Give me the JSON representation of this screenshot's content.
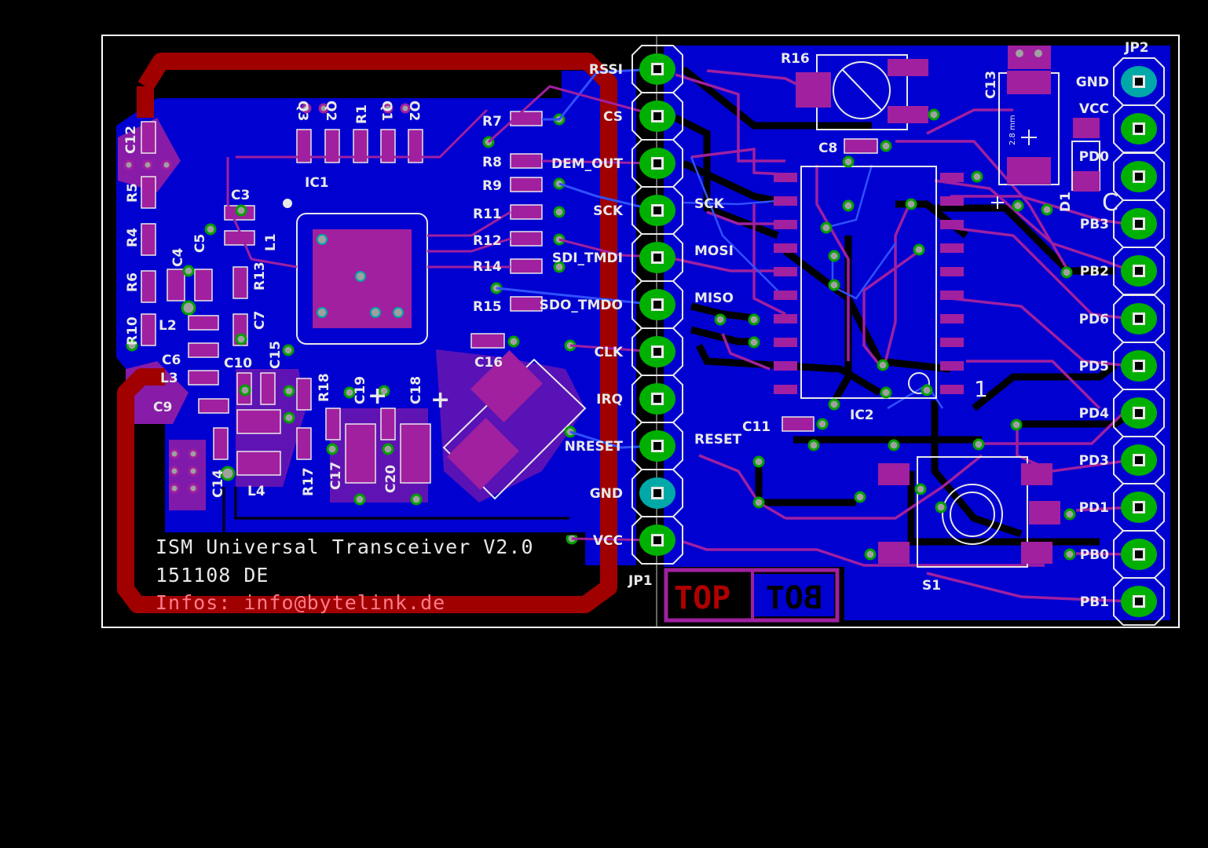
{
  "colors": {
    "background": "#000000",
    "bottom_copper": "#0000d0",
    "top_copper": "#b00000",
    "overlap": "#a020a0",
    "pad_green": "#00b000",
    "pad_cyan": "#00a8a8",
    "silkscreen": "#e8e8e8"
  },
  "jp1": {
    "name": "JP1",
    "left_labels": [
      "RSSI",
      "CS",
      "DEM_OUT",
      "SCK",
      "SDI_TMDI",
      "SDO_TMDO",
      "CLK",
      "IRQ",
      "NRESET",
      "GND",
      "VCC"
    ],
    "right_labels": [
      "SCK",
      "MOSI",
      "MISO",
      "RESET"
    ]
  },
  "jp2": {
    "name": "JP2",
    "labels": [
      "GND",
      "VCC",
      "PD0",
      "PB3",
      "PB2",
      "PD6",
      "PD5",
      "PD4",
      "PD3",
      "PD1",
      "PB0",
      "PB1"
    ]
  },
  "components": {
    "C12": "C12",
    "R5": "R5",
    "R4": "R4",
    "R6": "R6",
    "R10": "R10",
    "C4": "C4",
    "C5": "C5",
    "L2": "L2",
    "C6": "C6",
    "L3": "L3",
    "C9": "C9",
    "C3": "C3",
    "L1": "L1",
    "R13": "R13",
    "C7": "C7",
    "C10": "C10",
    "C15": "C15",
    "C14": "C14",
    "L4": "L4",
    "R17": "R17",
    "R18": "R18",
    "C17": "C17",
    "C19": "C19",
    "C20": "C20",
    "C18": "C18",
    "IC1": "IC1",
    "Q3": "Q3",
    "Q2": "Q2",
    "R1": "R1",
    "Q1": "Q1",
    "O2": "O2",
    "R7": "R7",
    "R8": "R8",
    "R9": "R9",
    "R11": "R11",
    "R12": "R12",
    "R14": "R14",
    "R15": "R15",
    "C16": "C16",
    "R16": "R16",
    "C8": "C8",
    "C13": "C13",
    "D1": "D1",
    "C": "C",
    "IC2": "IC2",
    "pin1": "1",
    "C11": "C11",
    "S1": "S1",
    "c13_note": "2.8 mm",
    "plus": "+"
  },
  "board_text": {
    "line1": "ISM Universal Transceiver V2.0",
    "line2": "151108 DE",
    "line3": "Infos: info@bytelink.de",
    "top": "TOP",
    "bot": "BOT"
  }
}
